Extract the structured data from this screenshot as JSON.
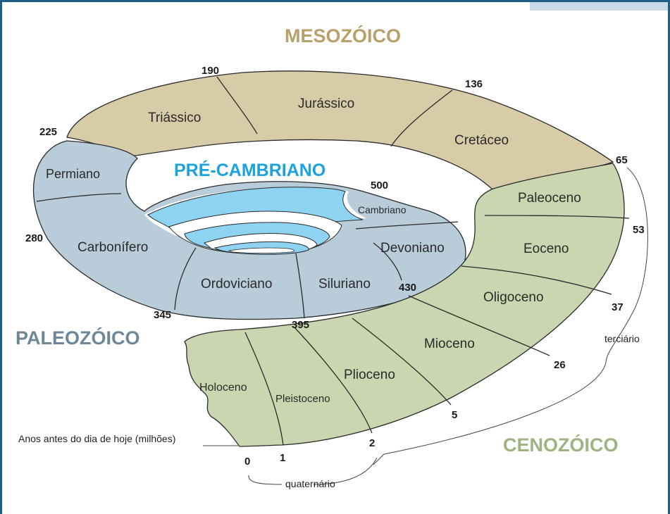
{
  "eras": {
    "mesozoico": "MESOZÓICO",
    "precambriano": "PRÉ-CAMBRIANO",
    "paleozoico": "PALEOZÓICO",
    "cenozoico": "CENOZÓICO"
  },
  "periods": {
    "triassico": "Triássico",
    "jurassico": "Jurássico",
    "cretaceo": "Cretáceo",
    "permiano": "Permiano",
    "carbonifero": "Carbonífero",
    "ordoviciano": "Ordoviciano",
    "siluriano": "Siluriano",
    "devoniano": "Devoniano",
    "cambriano": "Cambriano",
    "paleoceno": "Paleoceno",
    "eoceno": "Eoceno",
    "oligoceno": "Oligoceno",
    "mioceno": "Mioceno",
    "plioceno": "Plioceno",
    "pleistoceno": "Pleistoceno",
    "holoceno": "Holoceno"
  },
  "ages": {
    "a190": "190",
    "a136": "136",
    "a225": "225",
    "a65": "65",
    "a500": "500",
    "a280": "280",
    "a53": "53",
    "a430": "430",
    "a37": "37",
    "a345": "345",
    "a395": "395",
    "a26": "26",
    "a5": "5",
    "a2": "2",
    "a1": "1",
    "a0": "0"
  },
  "labels": {
    "terciario": "terciário",
    "quaternario": "quaternário",
    "axis_caption": "Anos antes do dia de hoje (milhões)"
  },
  "colors": {
    "mesozoico": "#d8cca8",
    "paleozoico": "#b9ccd9",
    "cenozoico": "#c9d6b0",
    "precambriano": "#8fd3f2",
    "mesozoico_title": "#b8a06a",
    "paleozoico_title": "#6d8798",
    "cenozoico_title": "#9fb382",
    "precambriano_title": "#1aa3dc",
    "frame": "#1f5f86"
  }
}
